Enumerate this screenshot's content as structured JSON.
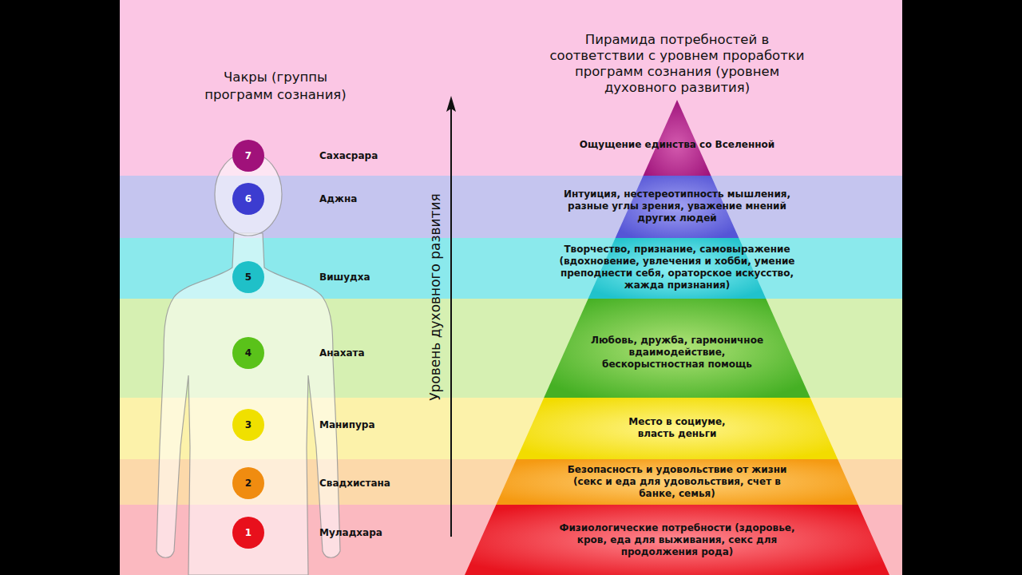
{
  "diagram": {
    "nodes": [
      {
        "text": [
          "7",
          "Сахасрара"
        ]
      },
      {
        "text": [
          "6",
          "Аджна"
        ]
      },
      {
        "text": [
          "5",
          "Вишудха"
        ]
      },
      {
        "text": [
          "4",
          "Анахата"
        ]
      },
      {
        "text": [
          "3",
          "Манипура"
        ]
      },
      {
        "text": [
          "2",
          "Свадхистана"
        ]
      },
      {
        "text": [
          "1",
          "Муладхара"
        ]
      },
      {
        "text": [
          "Ощущение единства со Вселенной"
        ]
      },
      {
        "text": [
          "Интуиция, нестереотипность мышления, разные углы зрения, уважение мнений других людей"
        ]
      },
      {
        "text": [
          "Творчество, признание, самовыражение (вдохновение, увлечения и хобби, умение преподнести себя, ораторское искусство, жажда признания)"
        ]
      },
      {
        "text": [
          "Любовь, дружба, гармоничное вдаимодействие, бескорыстностная помощь"
        ]
      },
      {
        "text": [
          "Место в социуме, власть деньги"
        ]
      },
      {
        "text": [
          "Безопасность и удовольствие от жизни (секс и еда для удовольствия, счет в банке, семья)"
        ]
      },
      {
        "text": [
          "Физиологические потребности (здоровье, кров, еда для выживания, секс для продолжения рода)"
        ]
      }
    ],
    "labels": [
      "Чакры (группы программ сознания)",
      "Уровень духовного развития",
      "Пирамида потребностей в соответствии с уровнем проработки программ сознания (уровнем духовного развития)"
    ]
  }
}
